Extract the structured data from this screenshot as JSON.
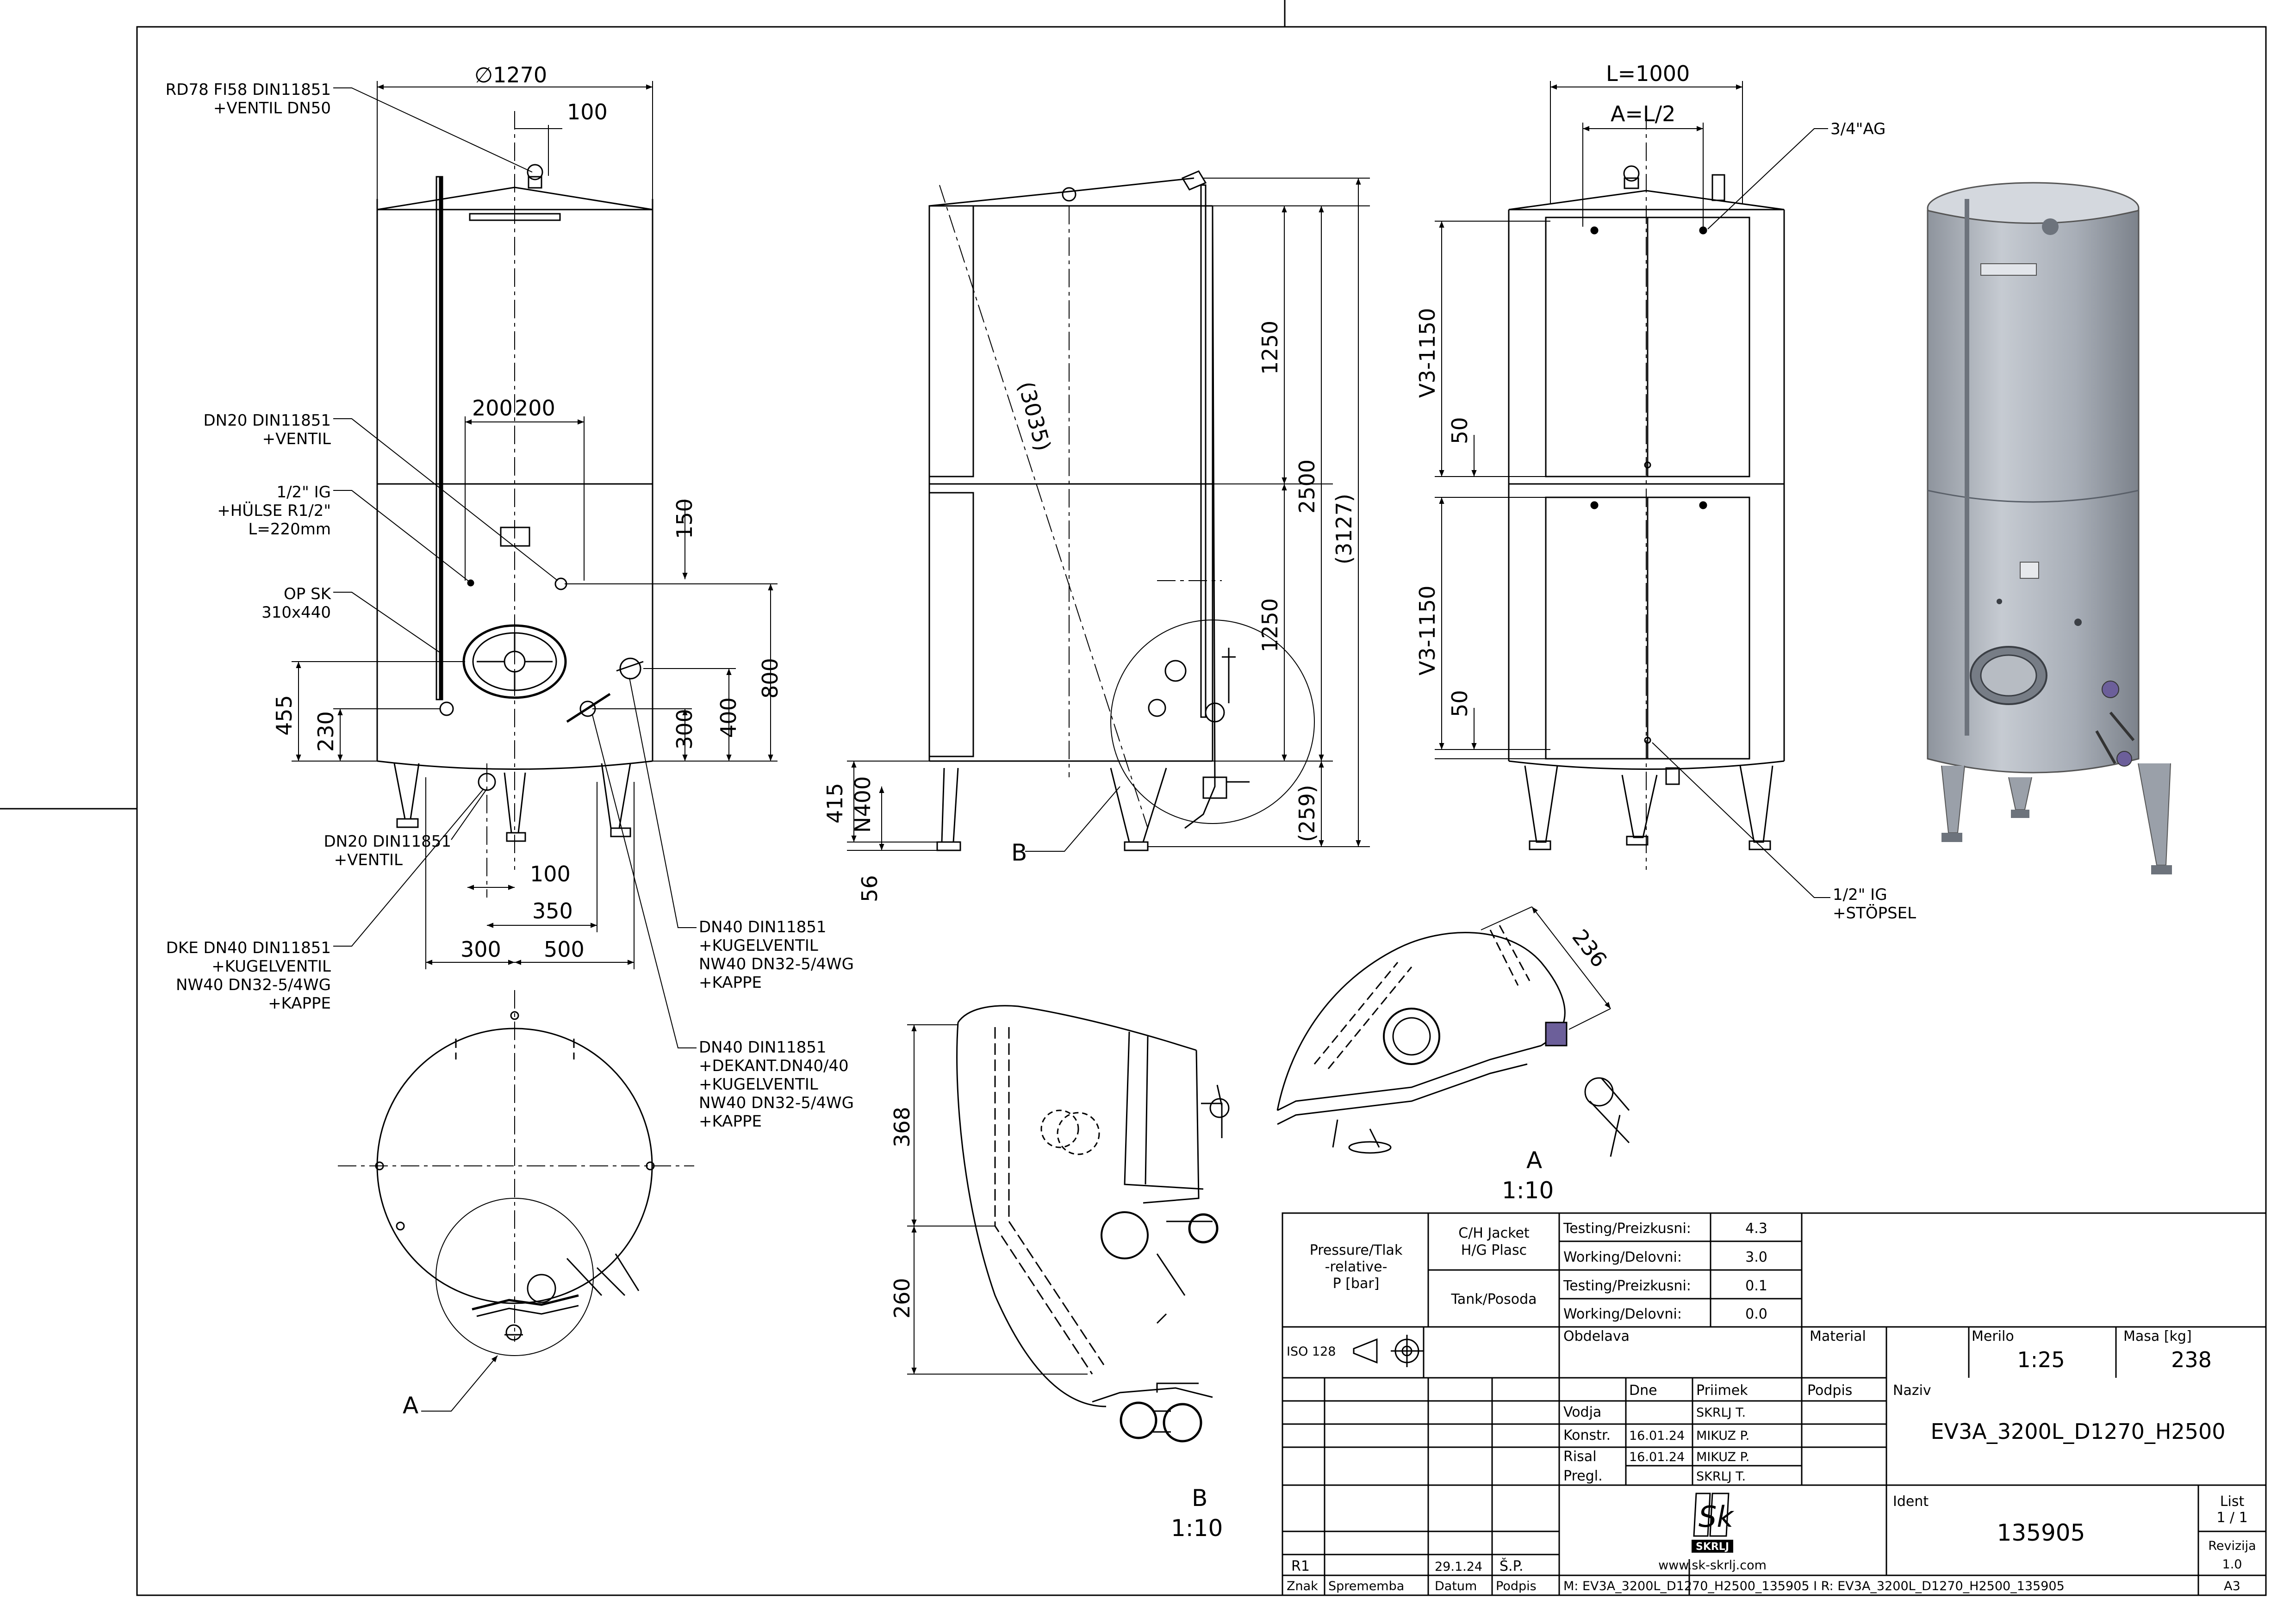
{
  "front_view": {
    "notes": {
      "rd78": [
        "RD78 FI58 DIN11851",
        "+VENTIL DN50"
      ],
      "dn20_top": [
        "DN20 DIN11851",
        "+VENTIL"
      ],
      "half_ig": [
        "1/2\" IG",
        "+HÜLSE R1/2\"",
        "L=220mm"
      ],
      "op_sk": [
        "OP SK",
        "310x440"
      ],
      "dn20_bot": [
        "DN20 DIN11851",
        "+VENTIL"
      ],
      "dke": [
        "DKE DN40 DIN11851",
        "+KUGELVENTIL",
        "NW40 DN32-5/4WG",
        "+KAPPE"
      ],
      "dn40_a": [
        "DN40 DIN11851",
        "+KUGELVENTIL",
        "NW40 DN32-5/4WG",
        "+KAPPE"
      ],
      "dn40_b": [
        "DN40 DIN11851",
        "+DEKANT.DN40/40",
        "+KUGELVENTIL",
        "NW40 DN32-5/4WG",
        "+KAPPE"
      ]
    },
    "dims": {
      "diameter": "∅1270",
      "d100_top": "100",
      "d200a": "200",
      "d200b": "200",
      "d150": "150",
      "d800": "800",
      "d400": "400",
      "d300": "300",
      "d455": "455",
      "d230": "230",
      "d100_bot": "100",
      "d350": "350",
      "d300_bot": "300",
      "d500": "500"
    }
  },
  "side_view": {
    "dims": {
      "d3035": "(3035)",
      "d1250a": "1250",
      "d2500": "2500",
      "d3127": "(3127)",
      "d1250b": "1250",
      "d259": "(259)",
      "d415": "415",
      "n400": "N400",
      "d56": "56"
    },
    "label_b": "B"
  },
  "jacket_view": {
    "dims": {
      "l1000": "L=1000",
      "al2": "A=L/2",
      "v1": "V3-1150",
      "d50a": "50",
      "v2": "V3-1150",
      "d50b": "50"
    },
    "notes": {
      "ag": "3/4\"AG",
      "ig": [
        "1/2\" IG",
        "+STÖPSEL"
      ]
    }
  },
  "details": {
    "a_label": "A",
    "a_scale": "1:10",
    "a_dim": "236",
    "b_label": "B",
    "b_scale": "1:10",
    "b_dim_368": "368",
    "b_dim_260": "260",
    "plan_a": "A"
  },
  "title_block": {
    "pressure": [
      "Pressure/Tlak",
      "-relative-",
      "P [bar]"
    ],
    "jacket": [
      "C/H Jacket",
      "H/G Plasc"
    ],
    "tank": "Tank/Posoda",
    "rows": [
      {
        "label": "Testing/Preizkusni:",
        "value": "4.3"
      },
      {
        "label": "Working/Delovni:",
        "value": "3.0"
      },
      {
        "label": "Testing/Preizkusni:",
        "value": "0.1"
      },
      {
        "label": "Working/Delovni:",
        "value": "0.0"
      }
    ],
    "iso": "ISO 128",
    "obdelava": "Obdelava",
    "material": "Material",
    "merilo_label": "Merilo",
    "merilo": "1:25",
    "masa_label": "Masa [kg]",
    "masa": "238",
    "hdr_dne": "Dne",
    "hdr_priimek": "Priimek",
    "hdr_podpis": "Podpis",
    "naziv_label": "Naziv",
    "naziv": "EV3A_3200L_D1270_H2500",
    "people": [
      {
        "role": "Vodja",
        "date": "",
        "name": "SKRLJ T."
      },
      {
        "role": "Konstr.",
        "date": "16.01.24",
        "name": "MIKUZ P."
      },
      {
        "role": "Risal",
        "date": "16.01.24",
        "name": "MIKUZ P."
      },
      {
        "role": "Pregl.",
        "date": "",
        "name": "SKRLJ T."
      }
    ],
    "logo_text": "SKRLJ",
    "website": "www.sk-skrlj.com",
    "ident_label": "Ident",
    "ident": "135905",
    "list_label": "List",
    "list": "1 / 1",
    "revizija_label": "Revizija",
    "revizija": "1.0",
    "rev_mark": "R1",
    "rev_date": "29.1.24",
    "rev_sign": "Š.P.",
    "hdr_znak": "Znak",
    "hdr_sprememba": "Sprememba",
    "hdr_datum": "Datum",
    "hdr_podpis2": "Podpis",
    "file_line": "M: EV3A_3200L_D1270_H2500_135905 I R: EV3A_3200L_D1270_H2500_135905",
    "format": "A3"
  },
  "colors": {
    "line": "#000000",
    "tank_fill": "#a9afb8",
    "tank_dark": "#6d737c",
    "accent": "#6c5f9a"
  }
}
